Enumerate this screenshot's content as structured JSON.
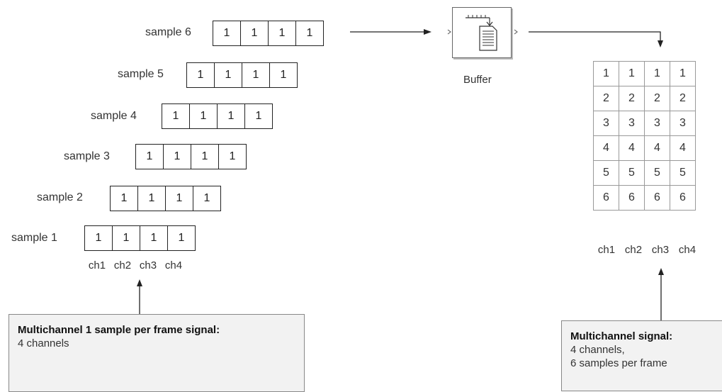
{
  "samples": [
    {
      "label": "sample 6",
      "values": [
        "1",
        "1",
        "1",
        "1"
      ]
    },
    {
      "label": "sample 5",
      "values": [
        "1",
        "1",
        "1",
        "1"
      ]
    },
    {
      "label": "sample 4",
      "values": [
        "1",
        "1",
        "1",
        "1"
      ]
    },
    {
      "label": "sample 3",
      "values": [
        "1",
        "1",
        "1",
        "1"
      ]
    },
    {
      "label": "sample 2",
      "values": [
        "1",
        "1",
        "1",
        "1"
      ]
    },
    {
      "label": "sample 1",
      "values": [
        "1",
        "1",
        "1",
        "1"
      ]
    }
  ],
  "channels": [
    "ch1",
    "ch2",
    "ch3",
    "ch4"
  ],
  "buffer": {
    "label": "Buffer",
    "icon": "buffer-block-icon"
  },
  "matrix": {
    "rows": [
      [
        "1",
        "1",
        "1",
        "1"
      ],
      [
        "2",
        "2",
        "2",
        "2"
      ],
      [
        "3",
        "3",
        "3",
        "3"
      ],
      [
        "4",
        "4",
        "4",
        "4"
      ],
      [
        "5",
        "5",
        "5",
        "5"
      ],
      [
        "6",
        "6",
        "6",
        "6"
      ]
    ],
    "channels": [
      "ch1",
      "ch2",
      "ch3",
      "ch4"
    ]
  },
  "notes": {
    "left": {
      "title": "Multichannel 1 sample per frame signal:",
      "lines": [
        "4 channels"
      ]
    },
    "right": {
      "title": "Multichannel signal:",
      "lines": [
        "4 channels,",
        "6 samples per frame"
      ]
    }
  },
  "colors": {
    "line": "#222222",
    "note_bg": "#f2f2f2",
    "grid": "#999999"
  }
}
